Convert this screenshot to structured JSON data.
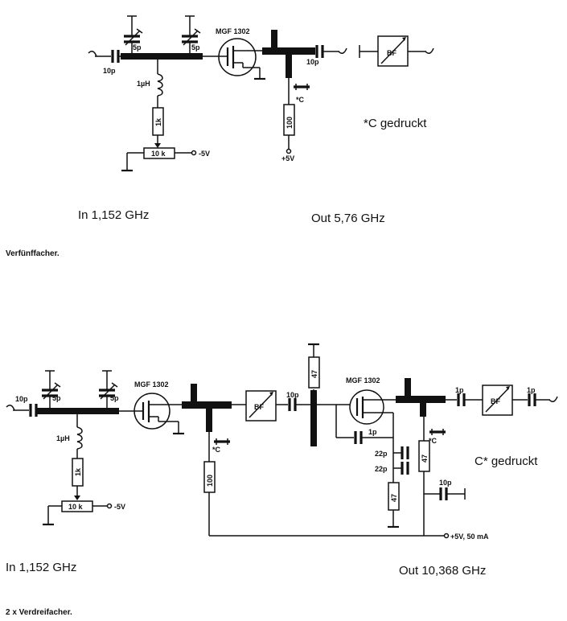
{
  "top": {
    "transistor": "MGF 1302",
    "trim1": "5p",
    "trim2": "5p",
    "c_in": "10p",
    "c_out": "10p",
    "inductor": "1µH",
    "r_series": "1k",
    "pot": "10 k",
    "bias": "-5V",
    "r_drain": "100",
    "supply": "+5V",
    "cstar": "*C",
    "filter": "BF",
    "note": "*C gedruckt",
    "input": "In 1,152 GHz",
    "output": "Out 5,76 GHz",
    "caption": "Verfünffacher."
  },
  "bottom": {
    "c_in": "10p",
    "trim1": "5p",
    "trim2": "5p",
    "transistor1": "MGF 1302",
    "inductor": "1µH",
    "r_series": "1k",
    "pot": "10 k",
    "bias": "-5V",
    "r_drain1": "100",
    "cstar1": "*C",
    "filter1": "BF",
    "c_mid": "10p",
    "r_gate": "47",
    "transistor2": "MGF 1302",
    "c_fb": "1p",
    "c_22a": "22p",
    "c_22b": "22p",
    "r_source": "47",
    "r_drain2": "47",
    "cstar2": "*C",
    "c_out1": "1p",
    "filter2": "BF",
    "c_out2": "1p",
    "c_dec": "10p",
    "supply": "+5V, 50 mA",
    "note": "C* gedruckt",
    "input": "In 1,152 GHz",
    "output": "Out 10,368 GHz",
    "caption": "2 x Verdreifacher."
  }
}
